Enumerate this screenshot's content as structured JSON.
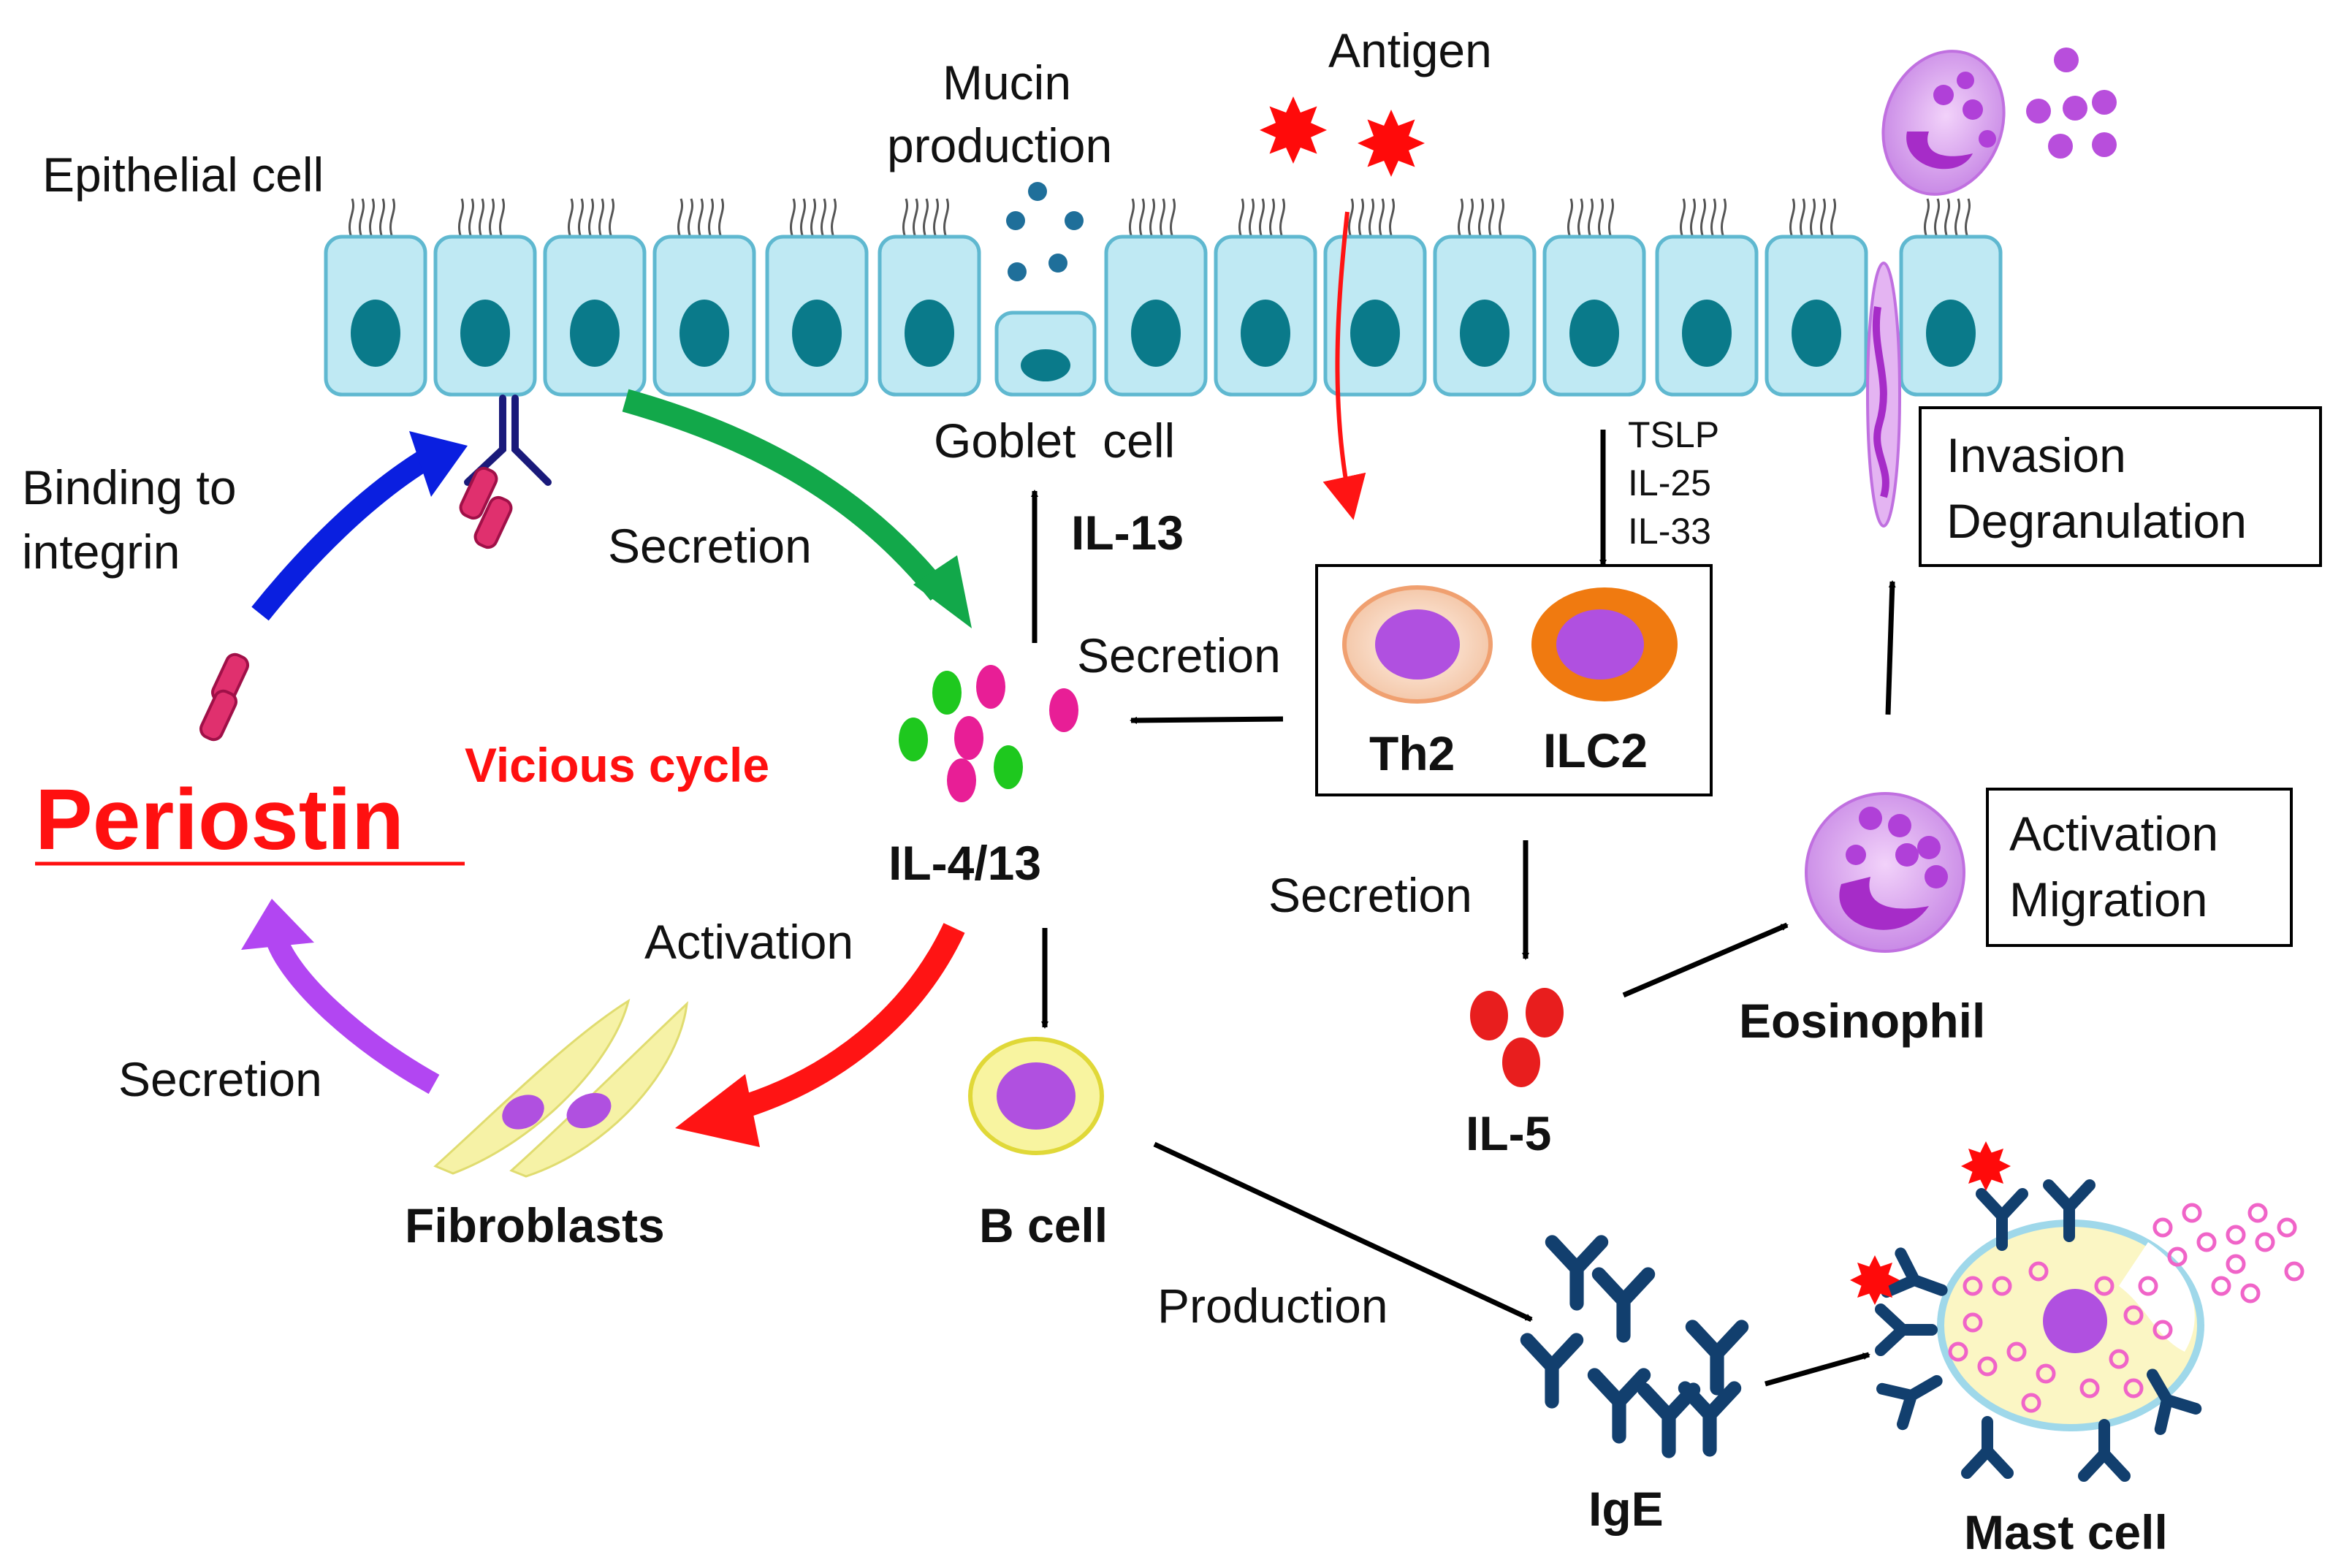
{
  "labels": {
    "epithelial_cell": "Epithelial cell",
    "mucin_line1": "Mucin",
    "mucin_line2": "production",
    "antigen": "Antigen",
    "goblet_cell": "Goblet  cell",
    "il13": "IL-13",
    "tslp": "TSLP",
    "il25": "IL-25",
    "il33": "IL-33",
    "invasion": "Invasion",
    "degranulation": "Degranulation",
    "binding_line1": "Binding to",
    "binding_line2": "integrin",
    "secretion_green": "Secretion",
    "secretion_il413": "Secretion",
    "th2": "Th2",
    "ilc2": "ILC2",
    "vicious_cycle": "Vicious cycle",
    "periostin": "Periostin",
    "il413": "IL-4/13",
    "activation_fibro": "Activation",
    "secretion_il5": "Secretion",
    "activation": "Activation",
    "migration": "Migration",
    "eosinophil": "Eosinophil",
    "secretion_periostin": "Secretion",
    "il5": "IL-5",
    "fibroblasts": "Fibroblasts",
    "b_cell": "B cell",
    "production": "Production",
    "ige": "IgE",
    "mast_cell": "Mast cell"
  },
  "colors": {
    "epithelium_fill": "#bfe9f3",
    "epithelium_stroke": "#5fb8d0",
    "nucleus": "#0a7a8a",
    "antigen": "#ff0a0a",
    "green_arrow": "#12a84a",
    "blue_arrow": "#0a1fe0",
    "red_arrow": "#ff1414",
    "purple_arrow": "#b246f2",
    "periostin": "#e0306e",
    "il5_red": "#e81e1e",
    "il4_green": "#1ec81e",
    "il4_pink": "#e81e96",
    "ige_blue": "#123f6e",
    "cell_purple": "#b050e0",
    "eos_fill": "#e4b4f2",
    "fibro_fill": "#f6f2a6",
    "mast_fill": "#fbf6c4",
    "mast_stroke": "#9fd8ea",
    "granule_pink": "#f064c8",
    "title_red": "#ff1010"
  }
}
